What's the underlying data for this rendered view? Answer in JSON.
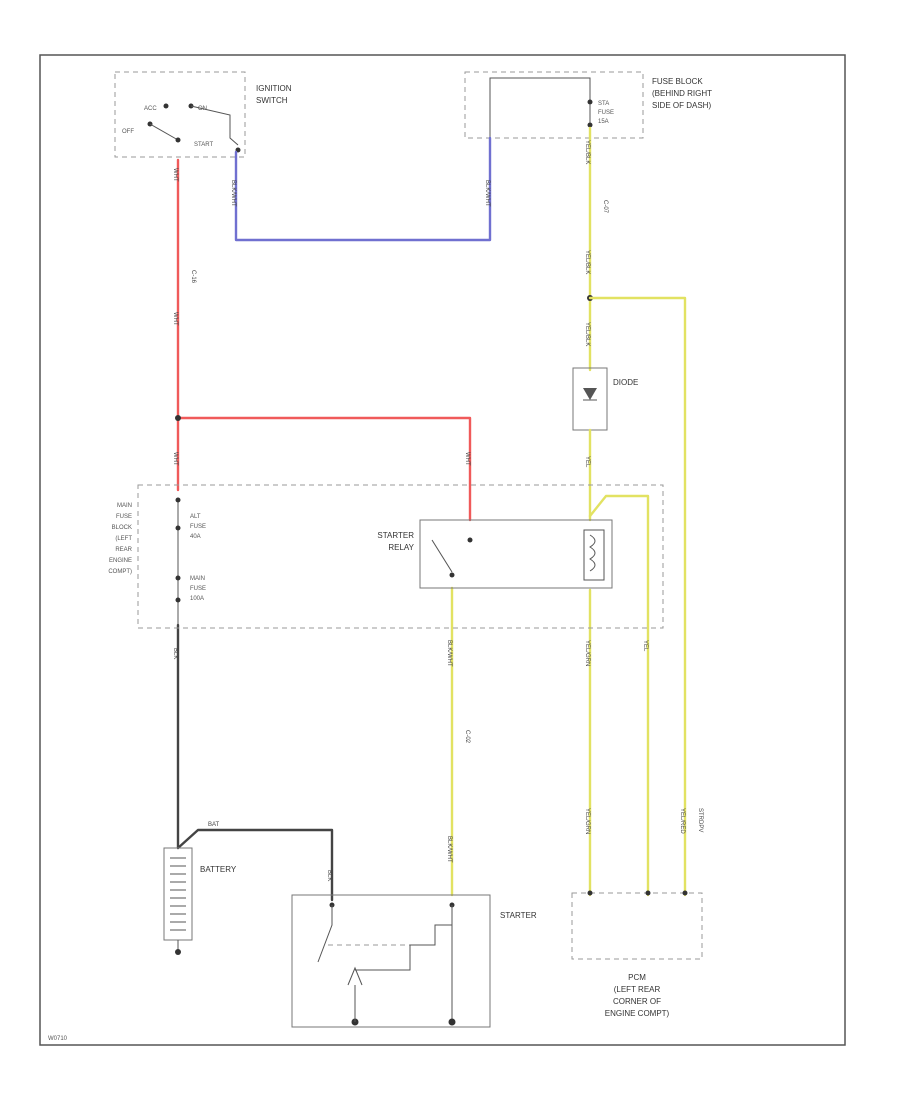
{
  "components": {
    "ignition_switch": {
      "label_lines": [
        "IGNITION",
        "SWITCH"
      ],
      "positions": [
        "ACC",
        "ON",
        "OFF",
        "START"
      ]
    },
    "fuse_block_right": {
      "label_lines": [
        "FUSE BLOCK",
        "(BEHIND RIGHT",
        "SIDE OF DASH)"
      ],
      "fuse_lines": [
        "STA",
        "FUSE",
        "15A"
      ]
    },
    "main_fuse_block": {
      "label_lines": [
        "MAIN",
        "FUSE",
        "BLOCK",
        "(LEFT",
        "REAR",
        "ENGINE",
        "COMPT)"
      ]
    },
    "fuse_alt": {
      "lines": [
        "ALT",
        "FUSE",
        "40A"
      ]
    },
    "fuse_main": {
      "lines": [
        "MAIN",
        "FUSE",
        "100A"
      ]
    },
    "starter_relay": {
      "label_lines": [
        "STARTER",
        "RELAY"
      ]
    },
    "diode": {
      "label": "DIODE"
    },
    "battery": {
      "label": "BATTERY"
    },
    "starter": {
      "label": "STARTER"
    },
    "pcm": {
      "label_lines": [
        "PCM",
        "(LEFT REAR",
        "CORNER OF",
        "ENGINE COMPT)"
      ]
    }
  },
  "wires": {
    "ign_to_fuse": "BLK/WHT",
    "fuse_stub": "BLK/WHT",
    "fuse_out": "YEL/BLK",
    "yel_blk_1": "YEL/BLK",
    "yel_blk_2": "YEL/BLK",
    "diode_out": "YEL",
    "relay_coil_out": "YEL/GRN",
    "pcm_yel": "YEL",
    "pcm_yel_red": "YEL/RED",
    "relay_to_starter": "BLK/WHT",
    "bat_pos": "BAT",
    "main_fuse_out": "BLK",
    "starter_cable": "BLK",
    "red_top": "WHT",
    "red_mid": "WHT",
    "red_low": "WHT",
    "relay_in": "WHT",
    "starter_in": "BLK/WHT",
    "pcm_yel_grn": "YEL/GRN"
  },
  "connectors": {
    "c1": "C-16",
    "c2": "C-07",
    "c3": "C-02",
    "pcm_pin": "STRDPV"
  },
  "footer_code": "W0710",
  "colors": {
    "red_wire": "#f05a5a",
    "blue_wire": "#7070d0",
    "yellow_wire": "#e2e262",
    "black_wire": "#444444"
  }
}
